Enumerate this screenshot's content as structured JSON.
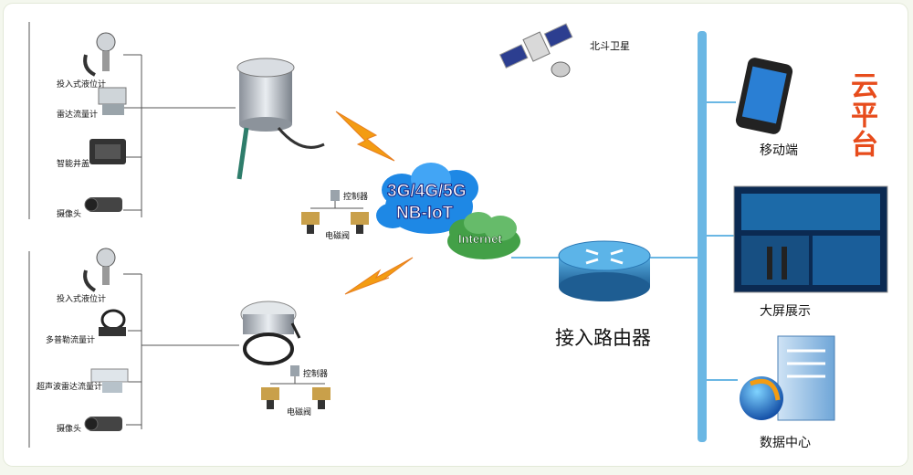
{
  "group_top": {
    "devices": [
      "投入式液位计",
      "雷达流量计",
      "智能井盖",
      "摄像头"
    ],
    "controller": "控制器",
    "valve": "电磁阀"
  },
  "group_bottom": {
    "devices": [
      "投入式液位计",
      "多普勒流量计",
      "超声波雷达流量计",
      "摄像头"
    ],
    "controller": "控制器",
    "valve": "电磁阀"
  },
  "network": {
    "cloud_line1": "3G/4G/5G",
    "cloud_line2": "NB-IoT",
    "internet": "Internet",
    "satellite": "北斗卫星",
    "router": "接入路由器"
  },
  "platform": {
    "title": "云平台",
    "mobile": "移动端",
    "screen": "大屏展示",
    "datacenter": "数据中心"
  },
  "colors": {
    "bus": "#6ab7e4",
    "accent": "#e74c1c",
    "cloud": "#1e88e5",
    "internet_cloud": "#43a047",
    "lightning": "#f39c12"
  }
}
